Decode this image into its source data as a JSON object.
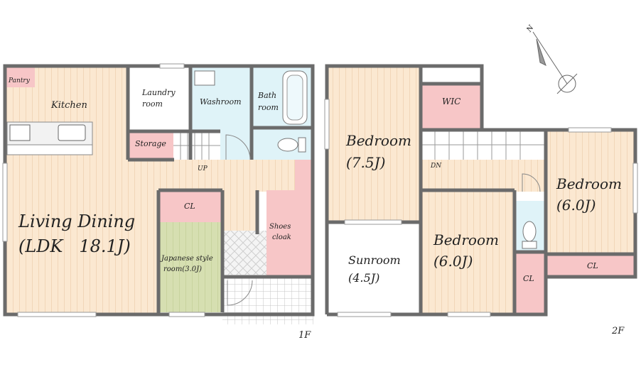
{
  "floor1": {
    "label": "1F",
    "rooms": {
      "pantry": "Pantry",
      "kitchen": "Kitchen",
      "laundry": [
        "Laundry",
        "room"
      ],
      "washroom": "Washroom",
      "bath": [
        "Bath",
        "room"
      ],
      "storage": "Storage",
      "up": "UP",
      "ldk": [
        "Living Dining",
        "(LDK   18.1J)"
      ],
      "cl": "CL",
      "japanese": [
        "Japanese style",
        "room(3.0J)"
      ],
      "shoes": [
        "Shoes",
        "cloak"
      ]
    }
  },
  "floor2": {
    "label": "2F",
    "rooms": {
      "wic": "WIC",
      "bedroom1": [
        "Bedroom",
        "(7.5J)"
      ],
      "dn": "DN",
      "bedroom2": [
        "Bedroom",
        "(6.0J)"
      ],
      "sunroom": [
        "Sunroom",
        "(4.5J)"
      ],
      "bedroom3": [
        "Bedroom",
        "(6.0J)"
      ],
      "cl_small": "CL",
      "cl_long": "CL"
    }
  },
  "compass": {
    "north": "N"
  },
  "colors": {
    "wood_floor": "#fbe8d1",
    "pink_room": "#f7c6c7",
    "wet_room": "#dff3f8",
    "tatami": "#d6dfb1",
    "wall": "#6b6b6b"
  }
}
